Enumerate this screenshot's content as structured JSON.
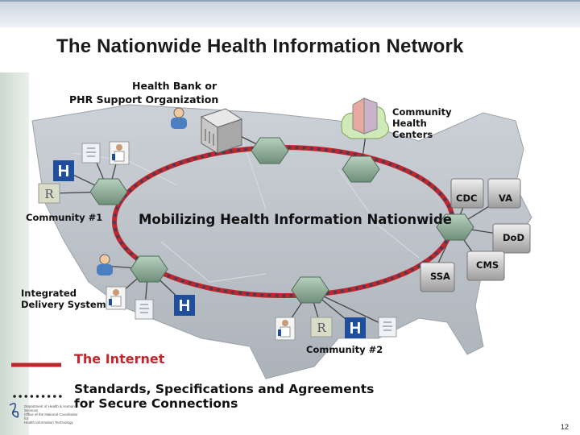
{
  "title": "The Nationwide Health Information Network",
  "nodes": {
    "health_bank": {
      "line1": "Health Bank or",
      "line2": "PHR Support Organization"
    },
    "community_health": {
      "line1": "Community",
      "line2": "Health",
      "line3": "Centers"
    },
    "community1": "Community #1",
    "integrated": {
      "line1": "Integrated",
      "line2": "Delivery System"
    },
    "community2": "Community #2",
    "cdc": "CDC",
    "va": "VA",
    "dod": "DoD",
    "cms": "CMS",
    "ssa": "SSA"
  },
  "center_label": "Mobilizing Health Information Nationwide",
  "legend": {
    "internet": "The Internet",
    "standards_line1": "Standards, Specifications and Agreements",
    "standards_line2": "for Secure Connections"
  },
  "footer": {
    "agency_line1": "Department of Health & Human Services",
    "agency_line2": "Office of the National Coordinator for",
    "agency_line3": "Health Information Technology"
  },
  "page_number": "12",
  "colors": {
    "internet": "#c0272d",
    "connection_dots": "#3a3f5c",
    "map": "#a9b0b8",
    "hub": "#8fb09a"
  }
}
